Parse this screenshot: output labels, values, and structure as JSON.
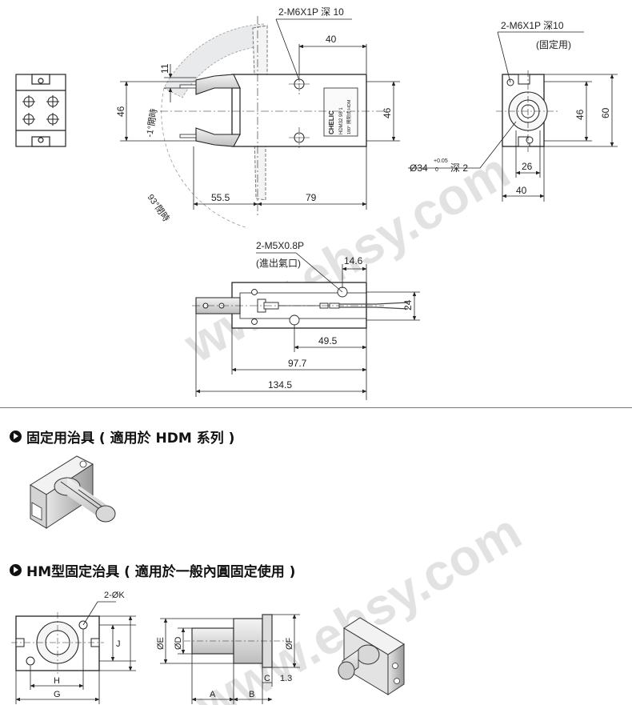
{
  "main_view": {
    "callout_top": "2-M6X1P 深 10",
    "dim_top_40": "40",
    "dim_11": "11",
    "dim_left_46": "46",
    "angle_open": "-1°開時",
    "dim_right_46": "46",
    "dim_55_5": "55.5",
    "dim_79": "79",
    "angle_close": "93°閉時"
  },
  "product_label": [
    "CHELIC",
    "HDM32 98 1",
    "180° 開閉式 HDM"
  ],
  "side_view": {
    "callout": "2-M6X1P  深10",
    "callout_note": "(固定用)",
    "bore": "Ø34",
    "bore_tol_upper": "+0.05",
    "bore_tol_lower": "0",
    "bore_depth": "深 2",
    "dim_46": "46",
    "dim_60": "60",
    "dim_26": "26",
    "dim_40": "40"
  },
  "bottom_view": {
    "callout": "2-M5X0.8P",
    "callout_note": "(進出氣口)",
    "dim_14_6": "14.6",
    "dim_24": "24",
    "dim_49_5": "49.5",
    "dim_97_7": "97.7",
    "dim_134_5": "134.5"
  },
  "section1": {
    "title": "固定用治具 ( 適用於 HDM 系列 )"
  },
  "section2": {
    "title": "HM型固定治具 ( 適用於一般內圓固定使用 )"
  },
  "hm_fixture": {
    "label_k": "2-ØK",
    "label_j": "J",
    "label_h": "H",
    "label_g": "G",
    "label_e": "ØE",
    "label_d": "ØD",
    "label_f": "ØF",
    "label_c": "C",
    "label_c_val": "1.3",
    "label_a": "A",
    "label_b": "B"
  },
  "watermark": "www.ehsy.com",
  "colors": {
    "line": "#222222",
    "hatch": "#9aa0a6",
    "heading": "#111111"
  }
}
